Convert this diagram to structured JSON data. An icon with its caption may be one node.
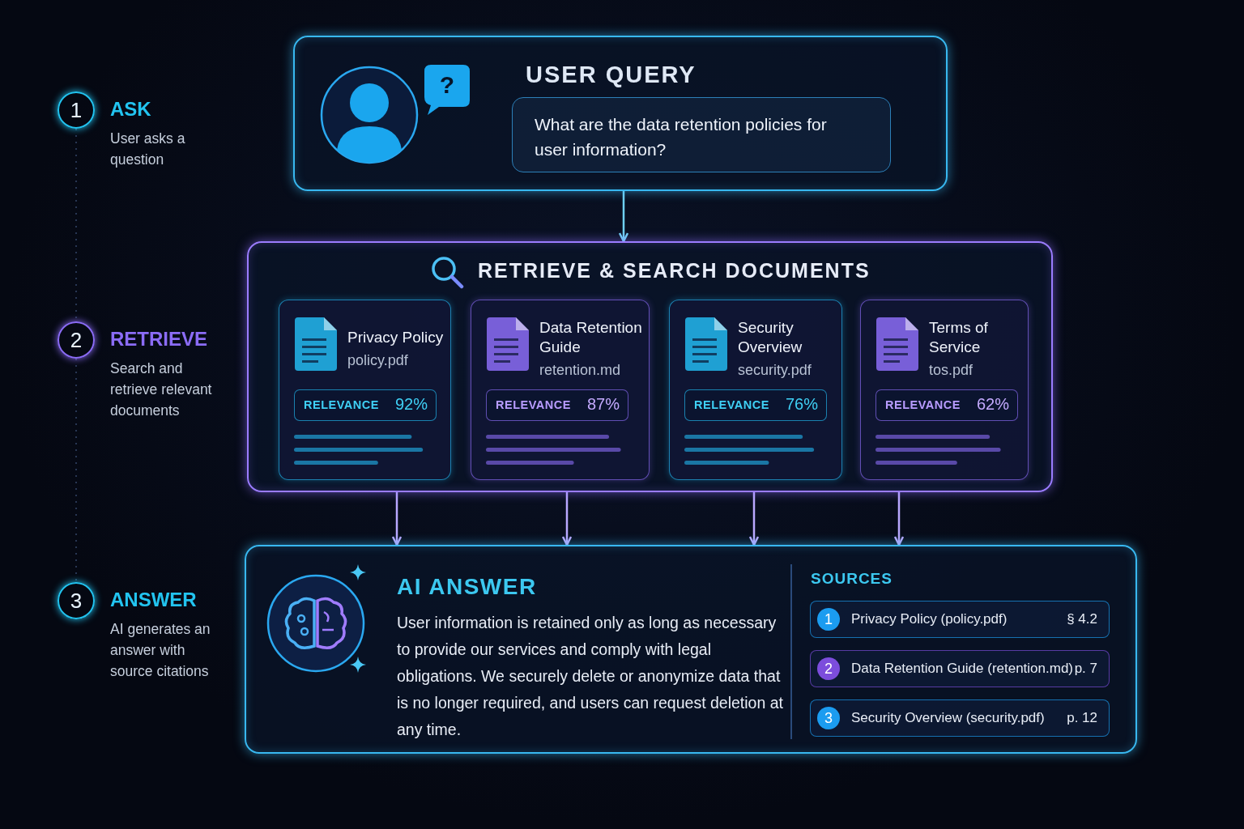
{
  "diagram": {
    "nodes": [
      {
        "text": [
          "1"
        ],
        "beside": [
          "ASK",
          "User asks a question"
        ]
      },
      {
        "text": [
          "2"
        ],
        "beside": [
          "RETRIEVE",
          "Search and retrieve relevant documents"
        ]
      },
      {
        "text": [
          "3"
        ],
        "beside": [
          "ANSWER",
          "AI generates an answer with source citations"
        ]
      },
      {
        "text": [
          "USER QUERY"
        ]
      },
      {
        "text": [
          "What are the data retention policies for user information?"
        ],
        "in": 3
      },
      {
        "text": [
          "RETRIEVE & SEARCH DOCUMENTS"
        ]
      },
      {
        "text": [
          "Privacy Policy",
          "policy.pdf",
          "RELEVANCE",
          "92%"
        ],
        "in": 5
      },
      {
        "text": [
          "Data Retention Guide",
          "retention.md",
          "RELEVANCE",
          "87%"
        ],
        "in": 5
      },
      {
        "text": [
          "Security Overview",
          "security.pdf",
          "RELEVANCE",
          "76%"
        ],
        "in": 5
      },
      {
        "text": [
          "Terms of Service",
          "tos.pdf",
          "RELEVANCE",
          "62%"
        ],
        "in": 5
      },
      {
        "text": [
          "AI ANSWER",
          "User information is retained only as long as necessary to provide our services and comply with legal obligations. We securely delete or anonymize data that is no longer required, and users can request deletion at any time."
        ]
      },
      {
        "text": [
          "1",
          "Privacy Policy (policy.pdf)",
          "§ 4.2"
        ],
        "in": 10
      },
      {
        "text": [
          "2",
          "Data Retention Guide (retention.md)",
          "p. 7"
        ],
        "in": 10
      },
      {
        "text": [
          "3",
          "Security Overview (security.pdf)",
          "p. 12"
        ],
        "in": 10
      }
    ],
    "edges": [
      {
        "from": 0,
        "to": 1,
        "arrow": "none",
        "style": "dashed",
        "color": "#34456a"
      },
      {
        "from": 1,
        "to": 2,
        "arrow": "none",
        "style": "dashed",
        "color": "#34456a"
      },
      {
        "from": 3,
        "to": 5,
        "arrow": "to",
        "color": "#6fd0f5"
      },
      {
        "from": 5,
        "to": 10,
        "arrow": "to"
      },
      {
        "from": 5,
        "to": 10,
        "arrow": "to"
      },
      {
        "from": 5,
        "to": 10,
        "arrow": "to"
      },
      {
        "from": 5,
        "to": 10,
        "arrow": "to"
      }
    ],
    "labels": [
      "?",
      "SOURCES"
    ]
  }
}
